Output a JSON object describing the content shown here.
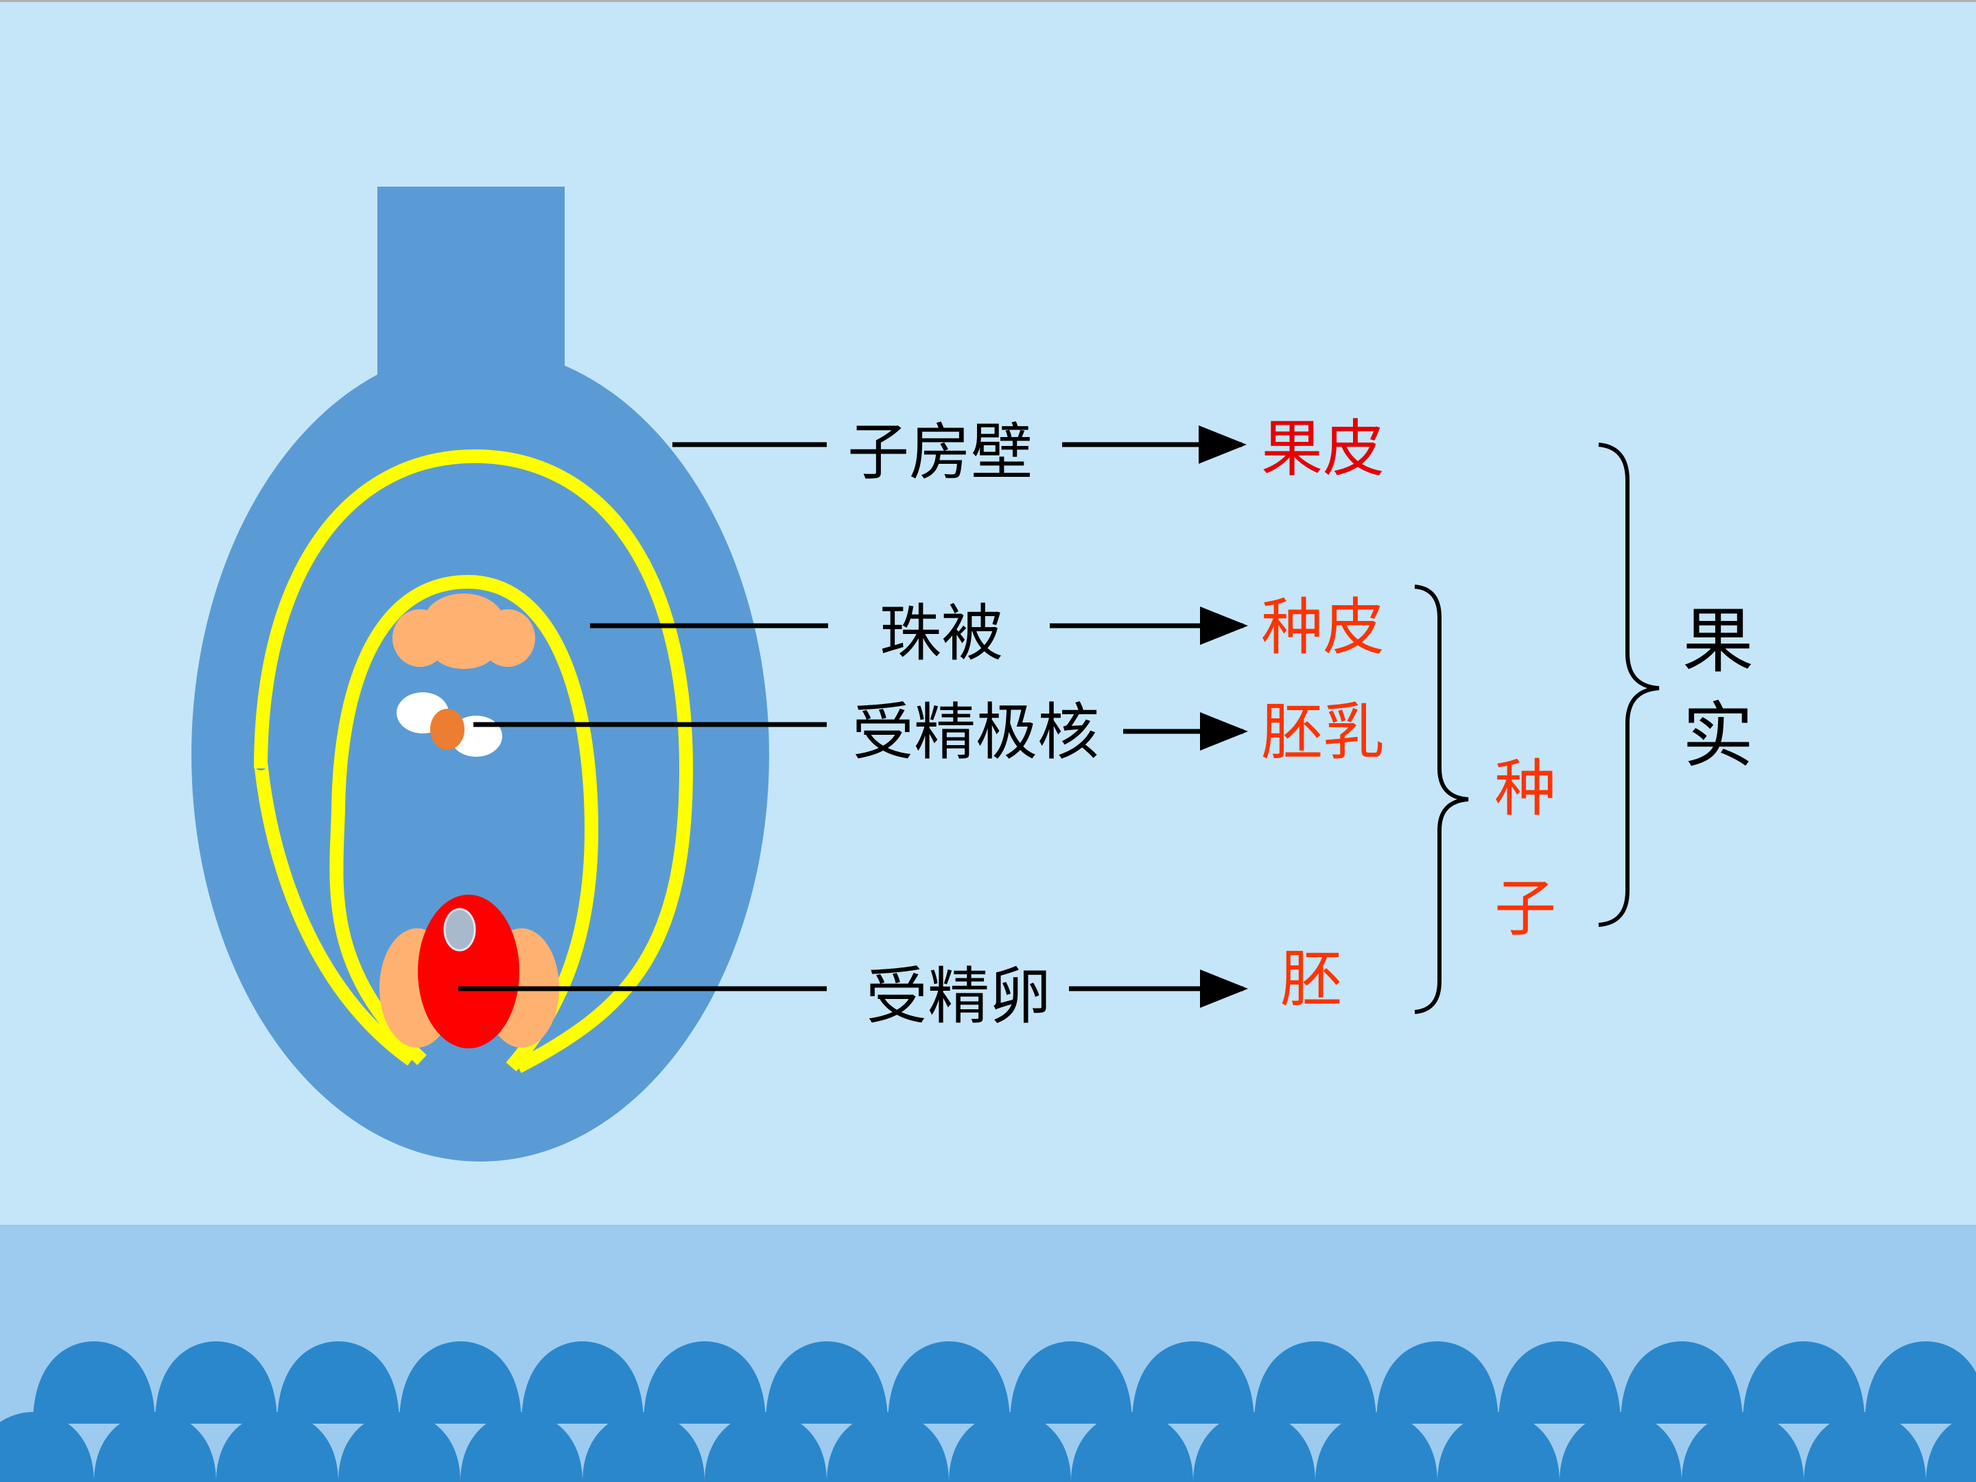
{
  "colors": {
    "background": "#c5e6f9",
    "band": "#9ccbef",
    "waves": "#2a87cc",
    "ovary": "#5b9bd5",
    "integument": "#ffff00",
    "cell": "#ffb172",
    "zygote": "#ff0000",
    "nucleus": "#a9b9cc",
    "polar": "#ffffff",
    "polar_core": "#ed7d31",
    "source_text": "#000000",
    "result_text_1": "#e60000",
    "result_text": "#ff3300",
    "brace": "#000000"
  },
  "labels": {
    "ovary_wall": "子房壁",
    "integument": "珠被",
    "polar_nuclei": "受精极核",
    "egg": "受精卵"
  },
  "results": {
    "pericarp": "果皮",
    "seed_coat": "种皮",
    "endosperm": "胚乳",
    "embryo": "胚"
  },
  "groups": {
    "seed": [
      "种",
      "子"
    ],
    "fruit": [
      "果",
      "实"
    ]
  }
}
